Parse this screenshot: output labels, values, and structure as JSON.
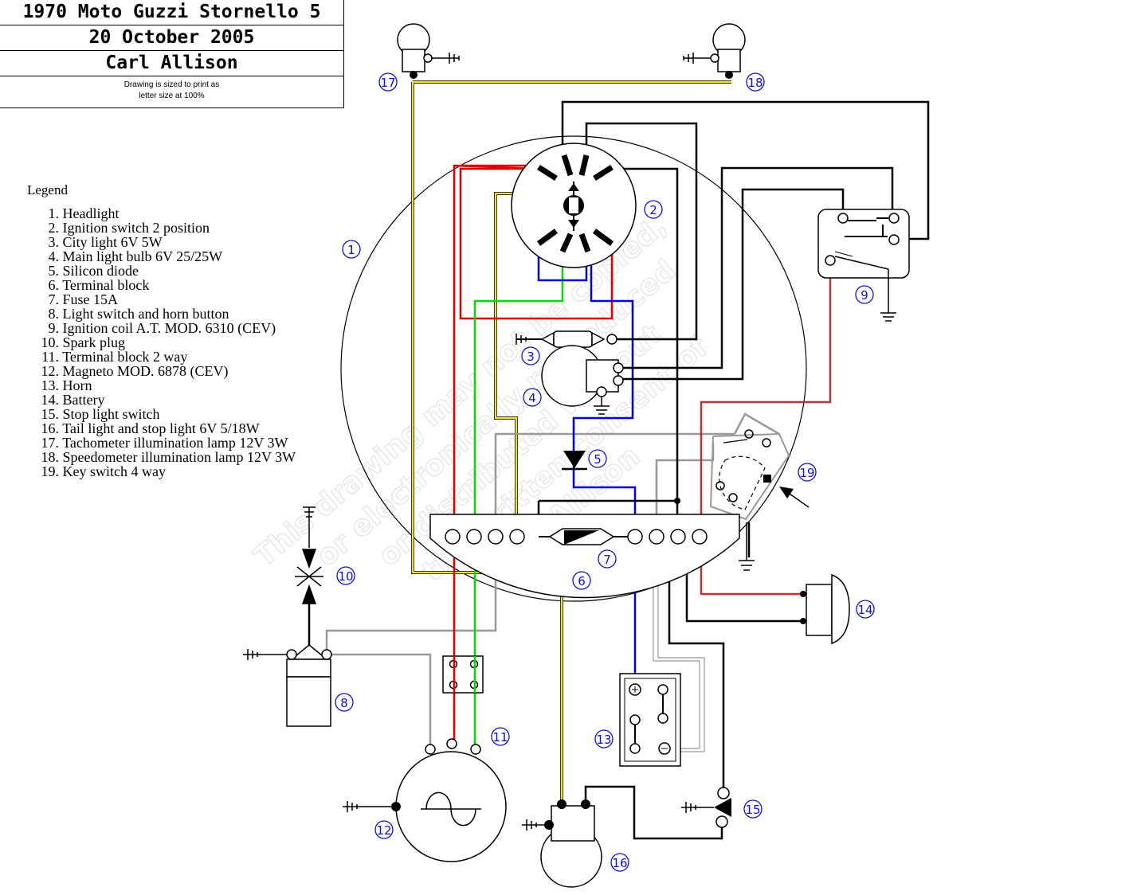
{
  "title_block": {
    "line1": "1970 Moto Guzzi Stornello 5",
    "line2": "20 October 2005",
    "line3": "Carl Allison",
    "note_line1": "Drawing is sized to print as",
    "note_line2": "letter size at 100%"
  },
  "legend": {
    "title": "Legend",
    "items": [
      {
        "num": "1.",
        "label": "Headlight"
      },
      {
        "num": "2.",
        "label": "Ignition switch 2 position"
      },
      {
        "num": "3.",
        "label": "City light 6V 5W"
      },
      {
        "num": "4.",
        "label": "Main light bulb 6V 25/25W"
      },
      {
        "num": "5.",
        "label": "Silicon diode"
      },
      {
        "num": "6.",
        "label": "Terminal block"
      },
      {
        "num": "7.",
        "label": "Fuse 15A"
      },
      {
        "num": "8.",
        "label": "Light switch and horn button"
      },
      {
        "num": "9.",
        "label": "Ignition coil A.T. MOD. 6310 (CEV)"
      },
      {
        "num": "10.",
        "label": "Spark plug"
      },
      {
        "num": "11.",
        "label": "Terminal block 2 way"
      },
      {
        "num": "12.",
        "label": "Magneto MOD. 6878 (CEV)"
      },
      {
        "num": "13.",
        "label": "Horn"
      },
      {
        "num": "14.",
        "label": "Battery"
      },
      {
        "num": "15.",
        "label": "Stop light switch"
      },
      {
        "num": "16.",
        "label": "Tail light and stop light 6V 5/18W"
      },
      {
        "num": "17.",
        "label": "Tachometer illumination lamp 12V 3W"
      },
      {
        "num": "18.",
        "label": "Speedometer illumination lamp 12V 3W"
      },
      {
        "num": "19.",
        "label": "Key switch 4 way"
      }
    ]
  },
  "component_numbers": [
    "1",
    "2",
    "3",
    "4",
    "5",
    "6",
    "7",
    "8",
    "9",
    "10",
    "11",
    "12",
    "13",
    "14",
    "15",
    "16",
    "17",
    "18",
    "19"
  ],
  "watermark": {
    "line1": "This drawing may not be copied,",
    "line2": "or electronically reproduced",
    "line3": "or distributed without",
    "line4": "the written consent of",
    "line5": "Carl Allison"
  },
  "wire_colors": {
    "red": "#e00000",
    "dark_red": "#c02020",
    "green": "#00dd00",
    "blue": "#0000dd",
    "yellow": "#f0e040",
    "gray": "#999999",
    "black": "#000000",
    "number_blue": "#1010d0"
  }
}
